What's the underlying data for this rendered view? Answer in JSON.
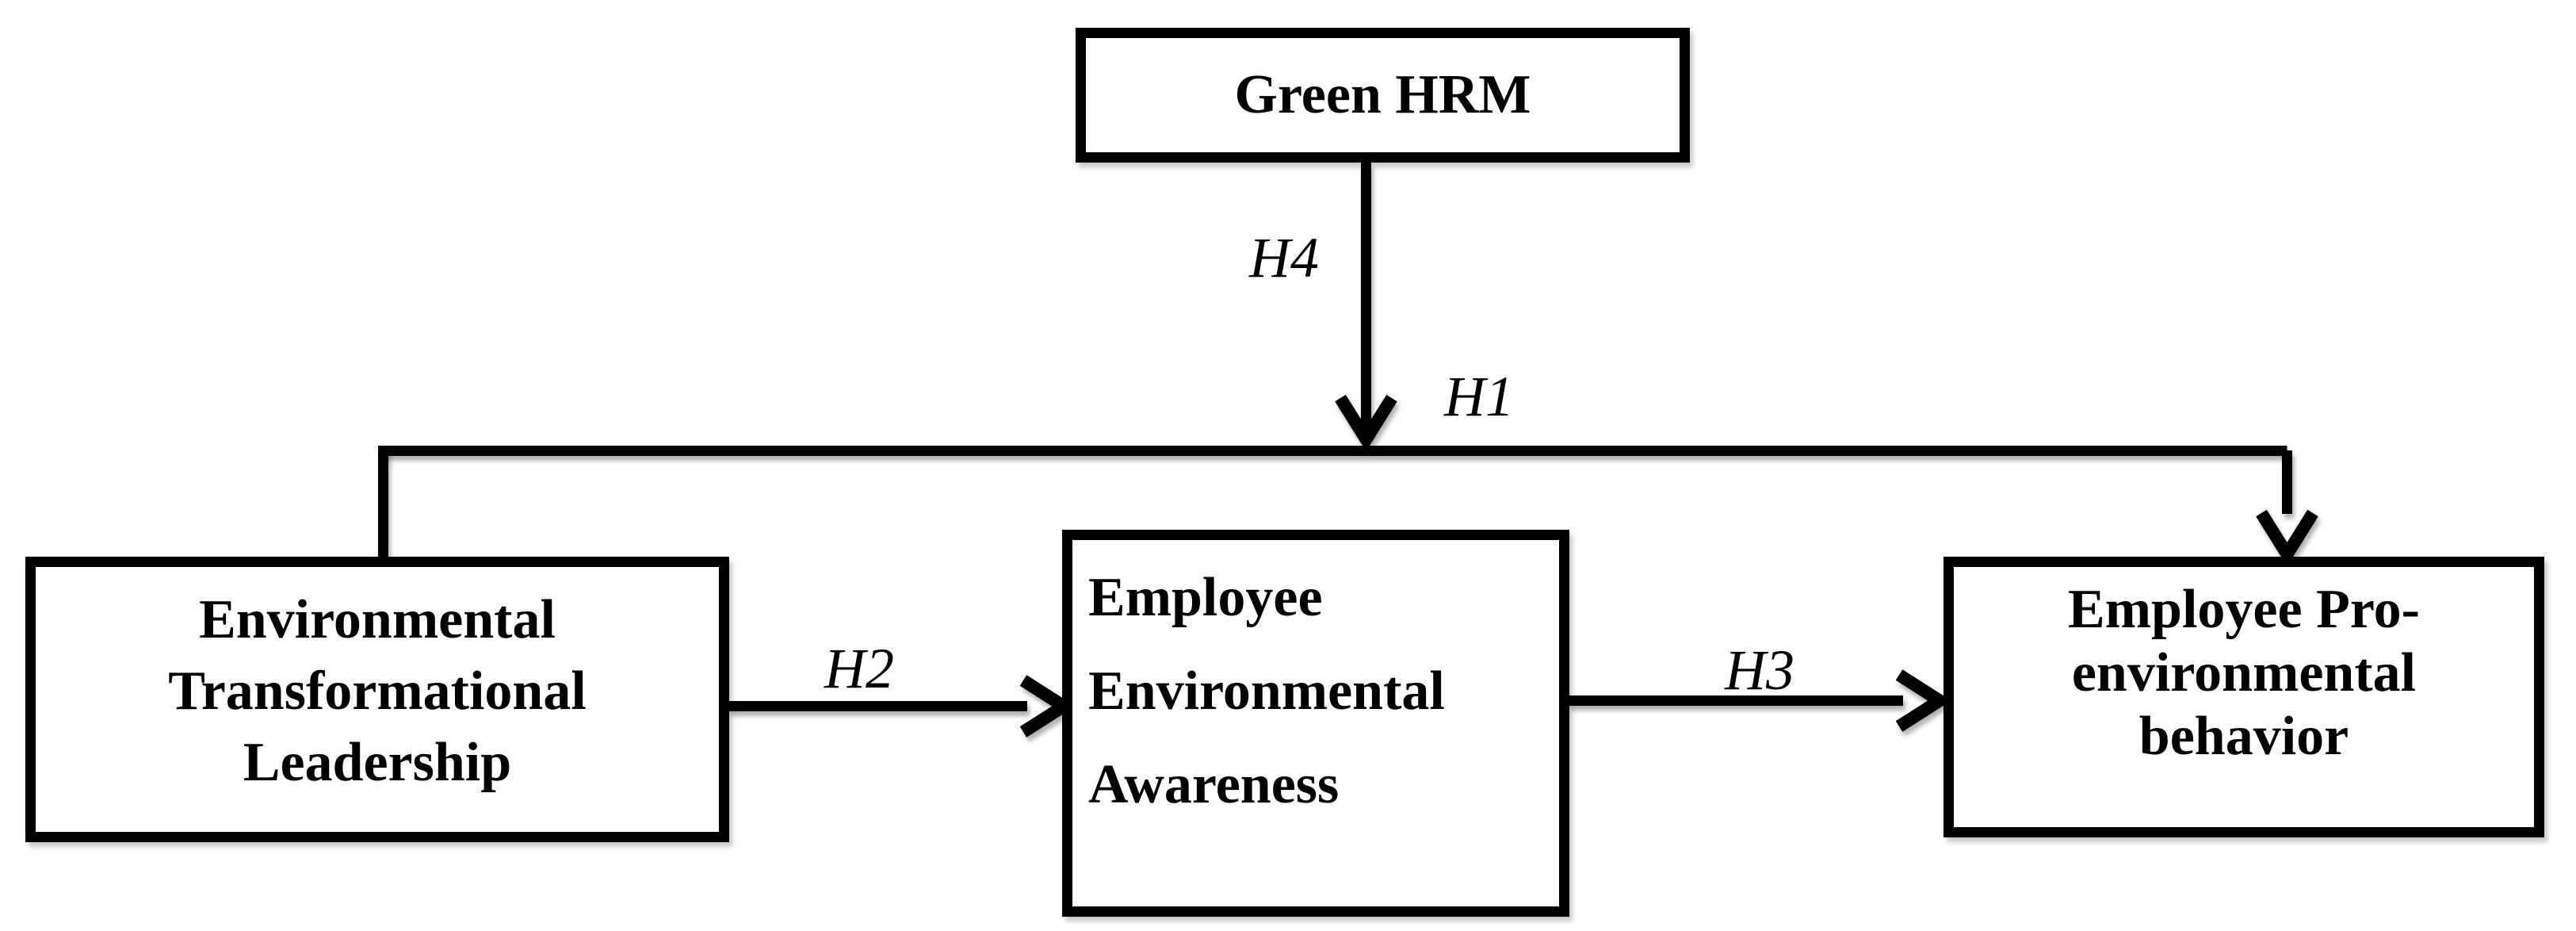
{
  "diagram": {
    "boxes": {
      "green_hrm": {
        "label": "Green HRM"
      },
      "etl": {
        "lines": [
          "Environmental",
          "Transformational",
          "Leadership"
        ]
      },
      "eea": {
        "lines": [
          "Employee",
          "Environmental",
          "Awareness"
        ]
      },
      "epb": {
        "lines": [
          "Employee Pro-",
          "environmental",
          "behavior"
        ]
      }
    },
    "hypothesis_labels": {
      "h1": "H1",
      "h2": "H2",
      "h3": "H3",
      "h4": "H4"
    },
    "colors": {
      "stroke": "#000000",
      "text": "#000000",
      "background": "#ffffff"
    }
  }
}
